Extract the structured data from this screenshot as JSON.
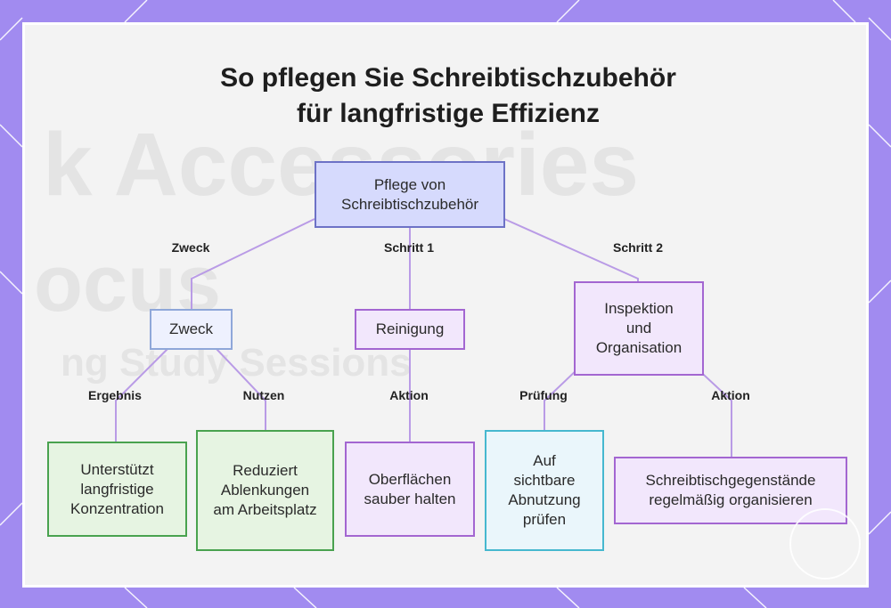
{
  "title": {
    "line1": "So pflegen Sie Schreibtischzubehör",
    "line2": "für langfristige Effizienz"
  },
  "background_text": {
    "line1": "k Accessories",
    "line2": "ocus",
    "line3": "ng Study Sessions"
  },
  "nodes": {
    "root": "Pflege von Schreibtischzubehör",
    "purpose": "Zweck",
    "cleaning": "Reinigung",
    "inspection": "Inspektion und Organisation",
    "supports": "Unterstützt langfristige Konzentration",
    "reduces": "Reduziert Ablenkungen am Arbeitsplatz",
    "surfaces": "Oberflächen sauber halten",
    "wear": "Auf sichtbare Abnutzung prüfen",
    "organize": "Schreibtischgegenstände regelmäßig organisieren"
  },
  "edges": {
    "zweck": "Zweck",
    "schritt1": "Schritt 1",
    "schritt2": "Schritt 2",
    "ergebnis": "Ergebnis",
    "nutzen": "Nutzen",
    "aktion1": "Aktion",
    "pruefung": "Prüfung",
    "aktion2": "Aktion"
  },
  "colors": {
    "frame": "#a18bf0",
    "root_fill": "#d6dafd",
    "edge_line": "#b99be6",
    "purple_border": "#a366d1",
    "green_border": "#49a24f",
    "cyan_border": "#46b8cf",
    "blue_border": "#8fa7d9"
  }
}
